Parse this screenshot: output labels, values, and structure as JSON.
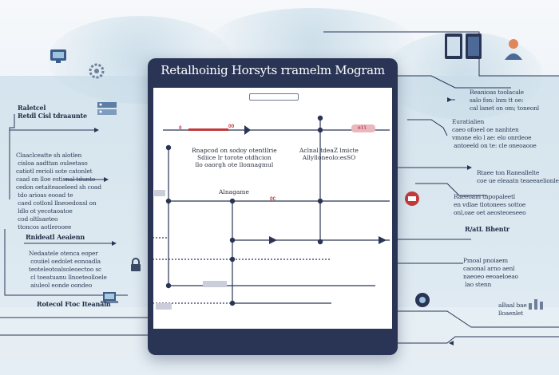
{
  "diagram": {
    "title": "Retalhoinig Horsyts rramelm Mogram",
    "left_labels": [
      {
        "text": "Raletcel"
      },
      {
        "text": "Retdl Cisl tdraaunte"
      },
      {
        "text": "Claaclceatte sh alotlen\n cisloa aadttan ouleetaso\ncatiotl rerioli sote catonlet\ncaad on lloe estisnal tdunto\ncedon oetaiteaoeleed sh coad\n tdo arioas eooad te\n caed cotlonl llneoedonsl on\n ldlo ot yecotaoatoe\n cod oltlsaeteo\n ttoncos aotlerooee"
      },
      {
        "text": "Rnideatl Aeaienn"
      },
      {
        "text": "Nedaatele otenca eoper\n couiiel oedolet eonoadla\nteoteleotoalsoleoectoo sc\n cl toeatuanu llnoeteolloele\n aiuleol eonde oondeo"
      },
      {
        "text": "Rotecol Ftoc Iteanaln"
      }
    ],
    "right_labels": [
      {
        "text": "Reanioas toolacale\nsalo fon: lnm tt oe:\ncal lanet on om; toneonl"
      },
      {
        "text": "Euratialien\ncaeo ofoeel oe nanhten\nvmone elo l ae: elo onrdeoe\n antoeeld on te: cle oneoaooe"
      },
      {
        "text": "Rtaee ton Raneallelte\ncoe ue eleaatn teaeeaelionle"
      },
      {
        "text": "Raeeoam tnpopaleetl\nen vdlae tlotonees sottoe\nonl,oae oet aeosteoeseeo"
      },
      {
        "text": "R/atL Bhentr"
      },
      {
        "text": "Pmoal pnoiaem\ncaoonal arno aenl\nnaeoeo eeoaeloeao\n lao stenn"
      },
      {
        "text": "aBaal bae\nlloaenlet"
      }
    ],
    "screen_labels": [
      {
        "text": "Rnapcod on sodoy otentllrie\nSdiice lr torote otdhcion\nllo oaorgh ote llonnagmul"
      },
      {
        "text": "Aclnal tdeaZ lmicte\nAllylloneolo:esSO"
      },
      {
        "text": "Alnagame"
      }
    ],
    "tags": [
      "0",
      "OO",
      "OC",
      "nll"
    ],
    "colors": {
      "tablet": "#2a3556",
      "line": "#2a3556",
      "accent_red": "#c23b3b",
      "background_band": "#cfe0ea"
    }
  }
}
